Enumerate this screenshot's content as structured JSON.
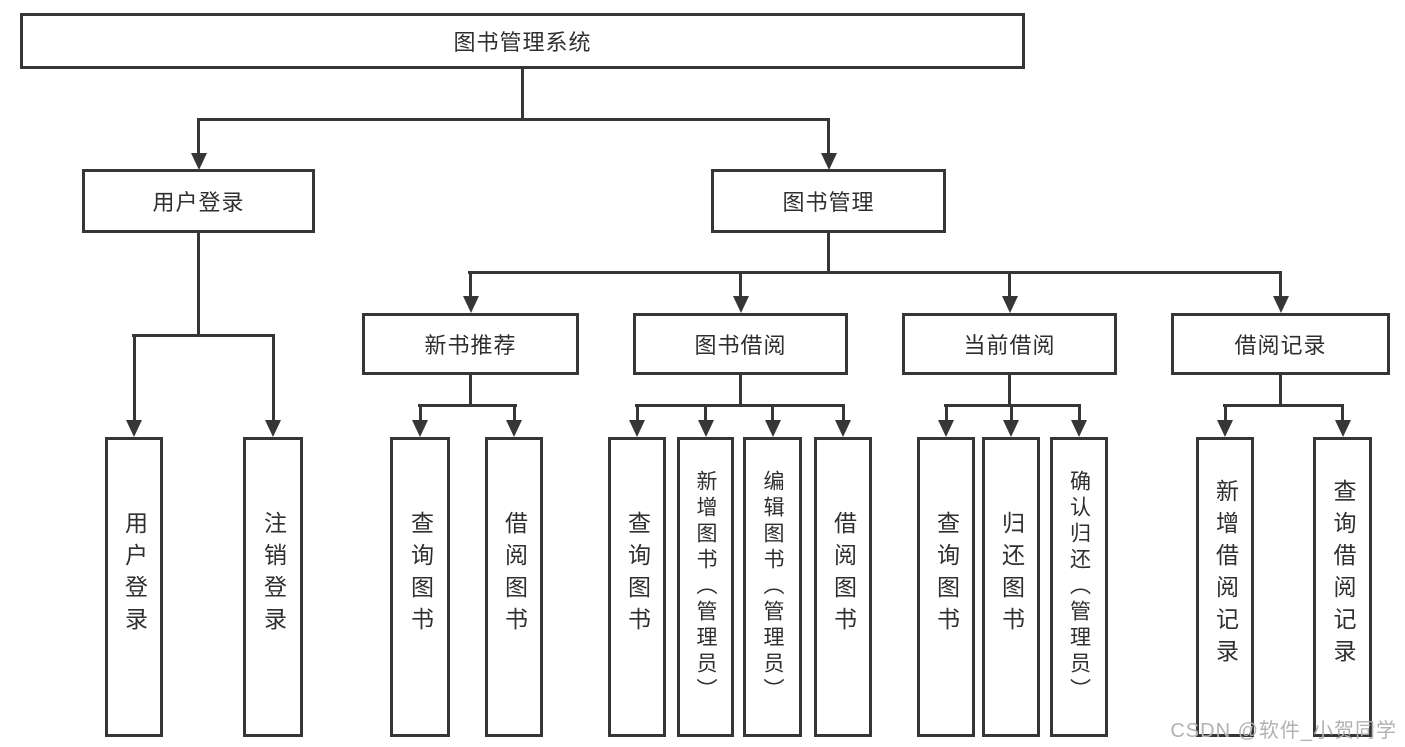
{
  "diagram": {
    "watermark": "CSDN @软件_小贺同学",
    "colors": {
      "line": "#363636",
      "box_border": "#363636",
      "box_fill": "#ffffff",
      "text": "#2f2f2f",
      "watermark": "#b2b2b6",
      "background": "#ffffff"
    },
    "tree": {
      "root": {
        "label": "图书管理系统",
        "children": {
          "user_login": {
            "label": "用户登录",
            "children": {
              "login": {
                "label": "用户登录"
              },
              "logout": {
                "label": "注销登录"
              }
            }
          },
          "book_mgmt": {
            "label": "图书管理",
            "children": {
              "new_book_rec": {
                "label": "新书推荐",
                "children": {
                  "query_book": {
                    "label": "查询图书"
                  },
                  "borrow_book": {
                    "label": "借阅图书"
                  }
                }
              },
              "book_borrow": {
                "label": "图书借阅",
                "children": {
                  "query_book": {
                    "label": "查询图书"
                  },
                  "add_book": {
                    "label": "新增图书（管理员）"
                  },
                  "edit_book": {
                    "label": "编辑图书（管理员）"
                  },
                  "borrow_book": {
                    "label": "借阅图书"
                  }
                }
              },
              "current_borrow": {
                "label": "当前借阅",
                "children": {
                  "query_book": {
                    "label": "查询图书"
                  },
                  "return_book": {
                    "label": "归还图书"
                  },
                  "confirm_return": {
                    "label": "确认归还（管理员）"
                  }
                }
              },
              "borrow_record": {
                "label": "借阅记录",
                "children": {
                  "add_record": {
                    "label": "新增借阅记录"
                  },
                  "query_record": {
                    "label": "查询借阅记录"
                  }
                }
              }
            }
          }
        }
      }
    }
  }
}
